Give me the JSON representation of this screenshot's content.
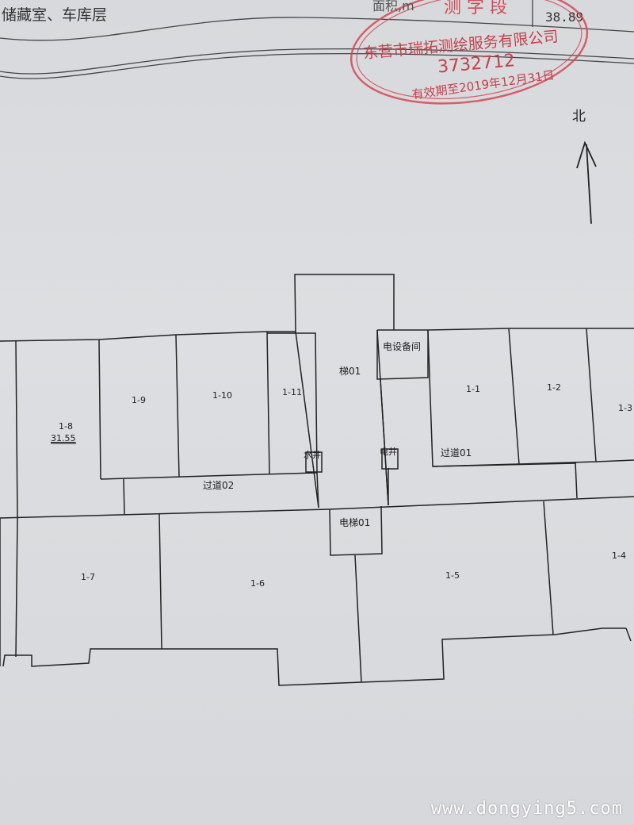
{
  "header": {
    "category_text": "储藏室、车库层",
    "area_label": "面积,m",
    "area_value": "38.89",
    "stamp_top": "测 字 段",
    "stamp_company": "东营市瑞拓测绘服务有限公司",
    "stamp_code": "3732712",
    "stamp_validity": "有效期至2019年12月31日"
  },
  "compass": {
    "label": "北"
  },
  "rooms": {
    "r1_8": "1-8",
    "r1_8_area": "31.55",
    "r1_9": "1-9",
    "r1_10": "1-10",
    "r1_11": "1-11",
    "stair": "梯01",
    "elec_room": "电设备间",
    "r1_1": "1-1",
    "r1_2": "1-2",
    "r1_3": "1-3",
    "water_shaft": "水井",
    "elec_shaft": "电井",
    "corridor1": "过道01",
    "corridor2": "过道02",
    "elevator": "电梯01",
    "r1_7": "1-7",
    "r1_6": "1-6",
    "r1_5": "1-5",
    "r1_4": "1-4"
  },
  "watermark": "www.dongying5.com",
  "colors": {
    "stamp_red": "#d24a57",
    "line": "#222222",
    "paper": "#d8dadd"
  }
}
